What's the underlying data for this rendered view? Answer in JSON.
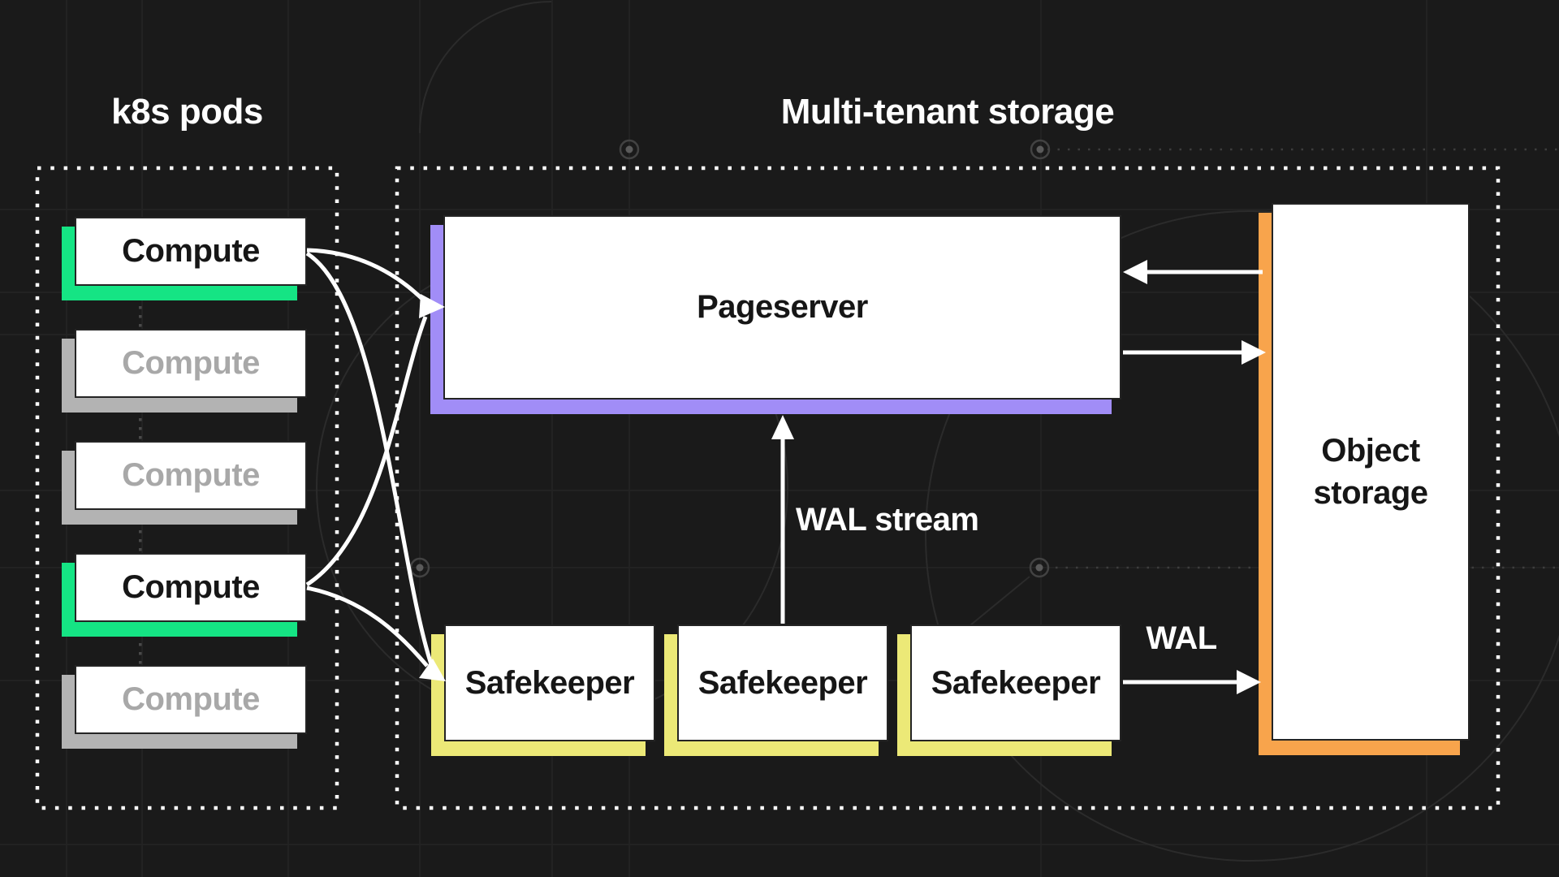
{
  "diagram": {
    "sections": [
      {
        "id": "k8s-pods",
        "title": "k8s pods"
      },
      {
        "id": "multi-tenant-storage",
        "title": "Multi-tenant storage"
      }
    ],
    "computes": [
      {
        "label": "Compute",
        "state": "active"
      },
      {
        "label": "Compute",
        "state": "inactive"
      },
      {
        "label": "Compute",
        "state": "inactive"
      },
      {
        "label": "Compute",
        "state": "active"
      },
      {
        "label": "Compute",
        "state": "inactive"
      }
    ],
    "pageserver_label": "Pageserver",
    "safekeepers": [
      "Safekeeper",
      "Safekeeper",
      "Safekeeper"
    ],
    "object_storage_label": "Object storage",
    "edge_labels": {
      "wal_stream": "WAL stream",
      "wal": "WAL"
    },
    "colors": {
      "background": "#1a1a1a",
      "box_face": "#ffffff",
      "active_accent": "#15e484",
      "inactive_accent": "#b3b3b3",
      "pageserver_accent": "#a18df7",
      "safekeeper_accent": "#ece977",
      "object_storage_accent": "#f8a44c",
      "arrow": "#ffffff"
    }
  }
}
